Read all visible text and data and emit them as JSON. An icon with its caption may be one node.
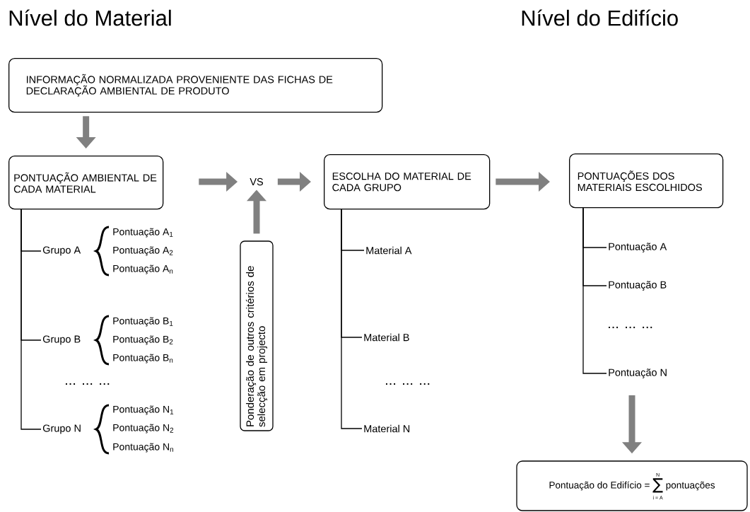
{
  "diagram": {
    "nodes": [
      {
        "text": [
          "INFORMAÇÃO NORMALIZADA PROVENIENTE DAS FICHAS DE DECLARAÇÃO AMBIENTAL DE PRODUTO"
        ]
      },
      {
        "text": [
          "PONTUAÇÃO AMBIENTAL DE CADA MATERIAL"
        ]
      },
      {
        "text": [
          "VS"
        ]
      },
      {
        "text": [
          "Ponderação de outros critérios de selecção em projecto"
        ]
      },
      {
        "text": [
          "ESCOLHA DO MATERIAL DE CADA GRUPO"
        ]
      },
      {
        "text": [
          "PONTUAÇÕES DOS MATERIAIS ESCOLHIDOS"
        ]
      },
      {
        "text": [
          "Pontuação do Edifício =",
          "N",
          "∑",
          "i = A",
          "pontuações"
        ]
      },
      {
        "text": [
          "Grupo A"
        ]
      },
      {
        "text": [
          "Grupo B"
        ]
      },
      {
        "text": [
          "Grupo N"
        ]
      },
      {
        "text": [
          "Material A"
        ]
      },
      {
        "text": [
          "Material B"
        ]
      },
      {
        "text": [
          "Material N"
        ]
      },
      {
        "text": [
          "Pontuação A"
        ]
      },
      {
        "text": [
          "Pontuação B"
        ]
      },
      {
        "text": [
          "Pontuação N"
        ]
      }
    ],
    "edges": [
      {
        "from": 0,
        "to": 1,
        "arrow": "to",
        "style": "thick",
        "color": "#808080"
      },
      {
        "from": 1,
        "to": 2,
        "arrow": "to",
        "style": "thick",
        "color": "#808080"
      },
      {
        "from": 3,
        "to": 2,
        "arrow": "to",
        "style": "thick",
        "color": "#808080"
      },
      {
        "from": 2,
        "to": 4,
        "arrow": "to",
        "style": "thick",
        "color": "#808080"
      },
      {
        "from": 4,
        "to": 5,
        "arrow": "to",
        "style": "thick",
        "color": "#808080"
      },
      {
        "from": 15,
        "to": 6,
        "arrow": "to",
        "style": "thick",
        "color": "#808080"
      },
      {
        "from": 1,
        "to": 7,
        "arrow": "none"
      },
      {
        "from": 1,
        "to": 8,
        "arrow": "none"
      },
      {
        "from": 1,
        "to": 9,
        "arrow": "none"
      },
      {
        "from": 4,
        "to": 10,
        "arrow": "none"
      },
      {
        "from": 4,
        "to": 11,
        "arrow": "none"
      },
      {
        "from": 4,
        "to": 12,
        "arrow": "none"
      },
      {
        "from": 5,
        "to": 13,
        "arrow": "none"
      },
      {
        "from": 5,
        "to": 14,
        "arrow": "none"
      },
      {
        "from": 5,
        "to": 15,
        "arrow": "none"
      }
    ],
    "labels": [
      "Nível do Material",
      "Nível do Edifício",
      "Pontuação A$_{1}$",
      "Pontuação A$_{2}$",
      "Pontuação A$_{n}$",
      "Pontuação B$_{1}$",
      "Pontuação B$_{2}$",
      "Pontuação B$_{n}$",
      "... ... ...",
      "... ... ...",
      "... ... ...",
      "Pontuação N$_{1}$",
      "Pontuação N$_{2}$",
      "Pontuação N$_{n}$"
    ]
  }
}
